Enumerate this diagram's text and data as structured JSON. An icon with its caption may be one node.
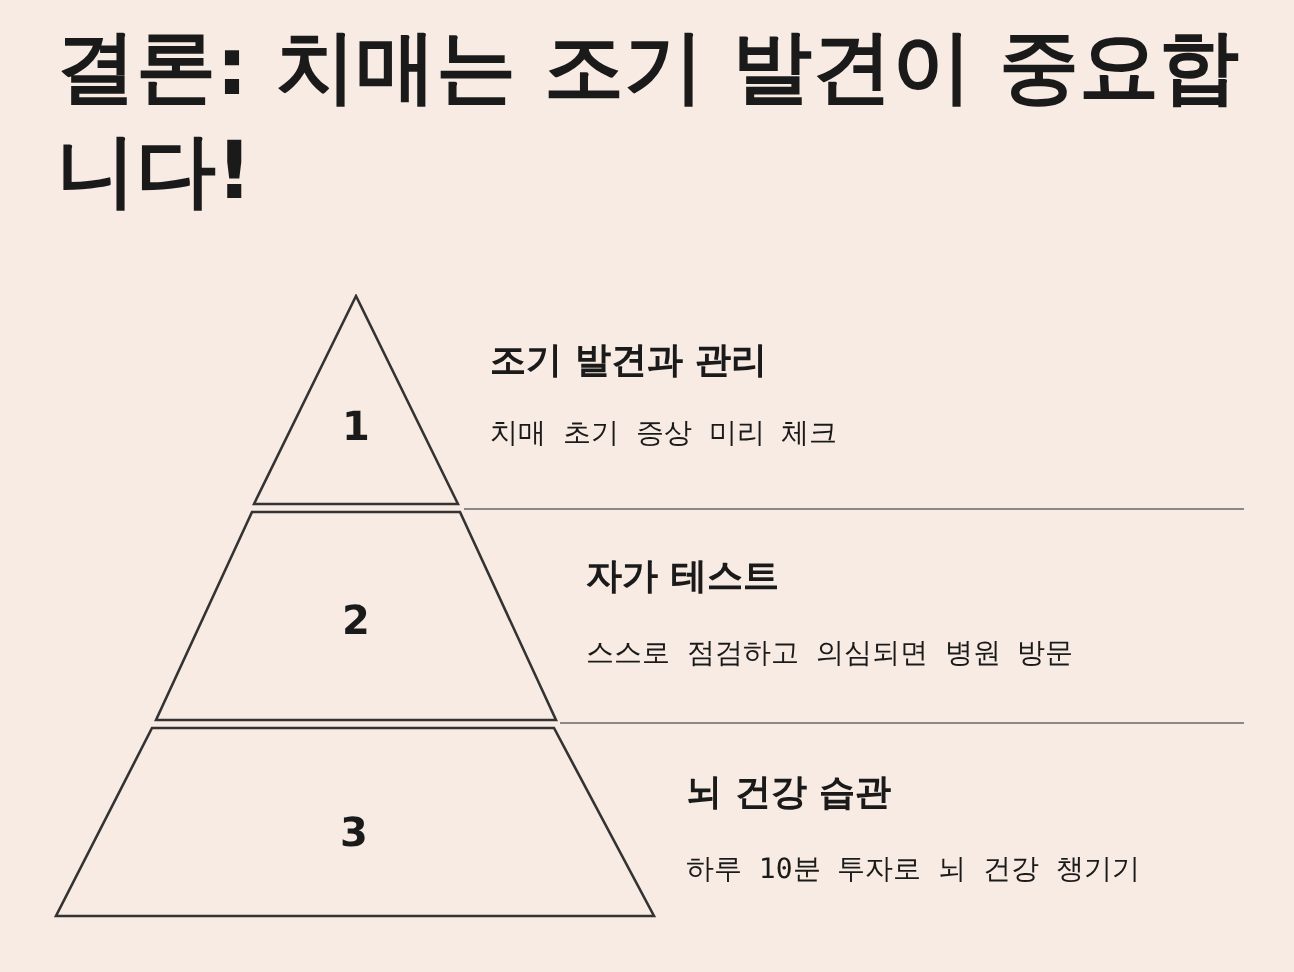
{
  "diagram": {
    "title": "결론: 치매는 조기 발견이 중요합니다!",
    "nodes": [
      {
        "text": [
          "1"
        ],
        "beside": [
          "조기 발견과 관리",
          "치매 초기 증상 미리 체크"
        ]
      },
      {
        "text": [
          "2"
        ],
        "beside": [
          "자가 테스트",
          "스스로 점검하고 의심되면 병원 방문"
        ]
      },
      {
        "text": [
          "3"
        ],
        "beside": [
          "뇌 건강 습관",
          "하루 10분 투자로 뇌 건강 챙기기"
        ]
      }
    ]
  }
}
